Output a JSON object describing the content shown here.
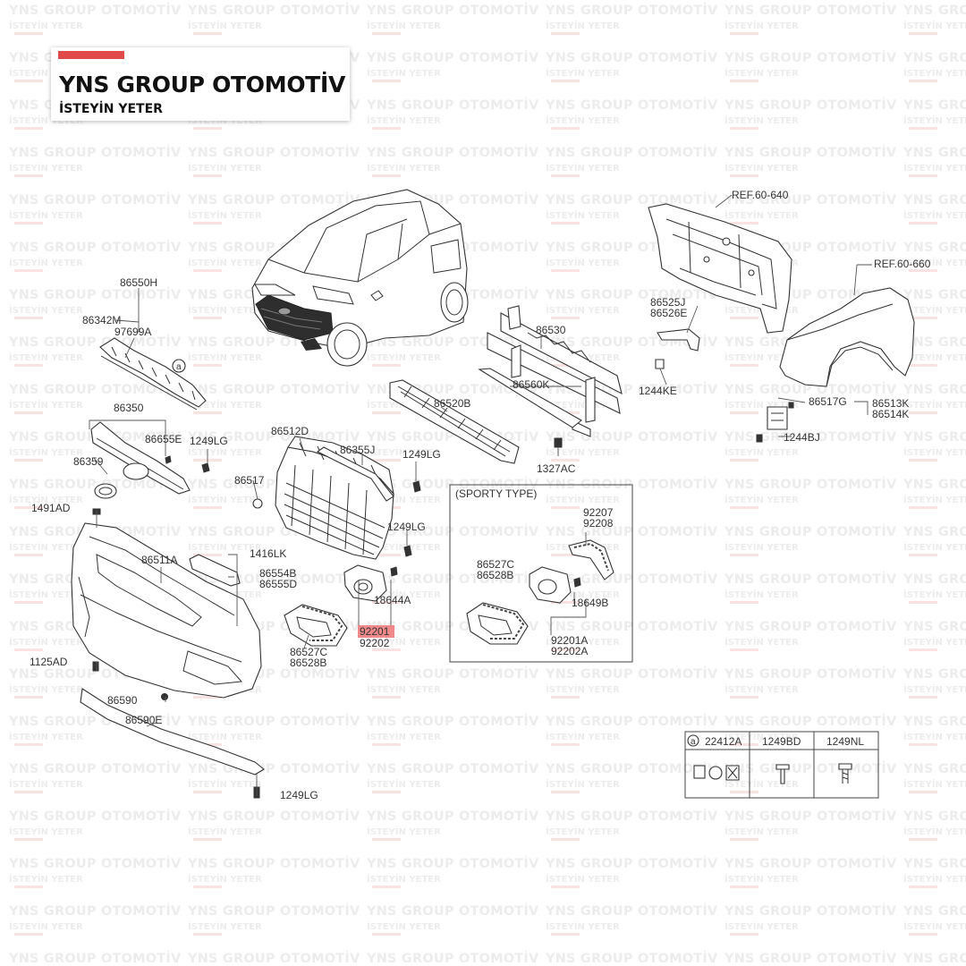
{
  "brand": {
    "name": "YNS GROUP OTOMOTİV",
    "tagline": "İSTEYİN YETER",
    "accent_color": "#e04a4a"
  },
  "diagram": {
    "refs": [
      "REF.60-640",
      "REF.60-660"
    ],
    "sporty_type_label": "(SPORTY TYPE)",
    "highlighted_part": "92201",
    "part_labels": [
      "86550H",
      "86342M",
      "97699A",
      "86350",
      "86655E",
      "86359",
      "1249LG",
      "86512D",
      "86355J",
      "86517",
      "86520B",
      "86530",
      "86560K",
      "1327AC",
      "86525J",
      "86526E",
      "1244KE",
      "86517G",
      "86513K",
      "86514K",
      "1244BJ",
      "1491AD",
      "86511A",
      "1416LK",
      "86554B",
      "86555D",
      "18644A",
      "92201",
      "92202",
      "86527C",
      "86528B",
      "1125AD",
      "86590",
      "86590E",
      "92207",
      "92208",
      "18649B",
      "92201A",
      "92202A"
    ],
    "legend": {
      "marker": "a",
      "columns": [
        "22412A",
        "1249BD",
        "1249NL"
      ]
    }
  }
}
